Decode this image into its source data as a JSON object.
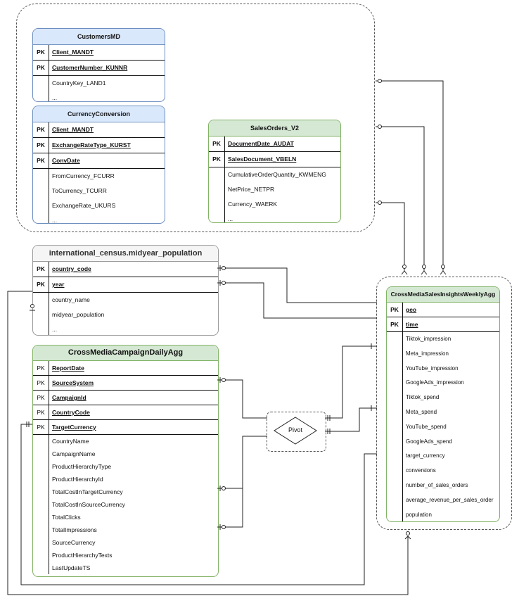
{
  "customers_md": {
    "title": "CustomersMD",
    "pk_fields": [
      "Client_MANDT",
      "CustomerNumber_KUNNR"
    ],
    "attributes": [
      "CountryKey_LAND1",
      "..."
    ]
  },
  "currency_conversion": {
    "title": "CurrencyConversion",
    "pk_fields": [
      "Client_MANDT",
      "ExchangeRateType_KURST",
      "ConvDate"
    ],
    "attributes": [
      "FromCurrency_FCURR",
      "ToCurrency_TCURR",
      "ExchangeRate_UKURS",
      "..."
    ]
  },
  "sales_orders": {
    "title": "SalesOrders_V2",
    "pk_fields": [
      "DocumentDate_AUDAT",
      "SalesDocument_VBELN"
    ],
    "attributes": [
      "CumulativeOrderQuantity_KWMENG",
      "NetPrice_NETPR",
      "Currency_WAERK",
      "..."
    ]
  },
  "census": {
    "title": "international_census.midyear_population",
    "pk_fields": [
      "country_code",
      "year"
    ],
    "attributes": [
      "country_name",
      "midyear_population",
      "..."
    ]
  },
  "campaign": {
    "title": "CrossMediaCampaignDailyAgg",
    "pk_fields": [
      "ReportDate",
      "SourceSystem",
      "CampaignId",
      "CountryCode",
      "TargetCurrency"
    ],
    "attributes": [
      "CountryName",
      "CampaignName",
      "ProductHierarchyType",
      "ProductHierarchyId",
      "TotalCostInTargetCurrency",
      "TotalCostInSourceCurrency",
      "TotalClicks",
      "TotalImpressions",
      "SourceCurrency",
      "ProductHierarchyTexts",
      "LastUpdateTS"
    ]
  },
  "insights": {
    "title": "CrossMediaSalesInsightsWeeklyAgg",
    "pk_fields": [
      "geo",
      "time"
    ],
    "attributes": [
      "Tiktok_impression",
      "Meta_impression",
      "YouTube_impression",
      "GoogleAds_impression",
      "Tiktok_spend",
      "Meta_spend",
      "YouTube_spend",
      "GoogleAds_spend",
      "target_currency",
      "conversions",
      "number_of_sales_orders",
      "average_revenue_per_sales_order",
      "population"
    ]
  },
  "pivot": {
    "label": "Pivot"
  },
  "pk_label": "PK",
  "colors": {
    "blue_header": "#dae8fc",
    "blue_border": "#6c8ebf",
    "green_header": "#d5e8d4",
    "green_border": "#82b366",
    "gray_header": "#f5f5f5"
  }
}
